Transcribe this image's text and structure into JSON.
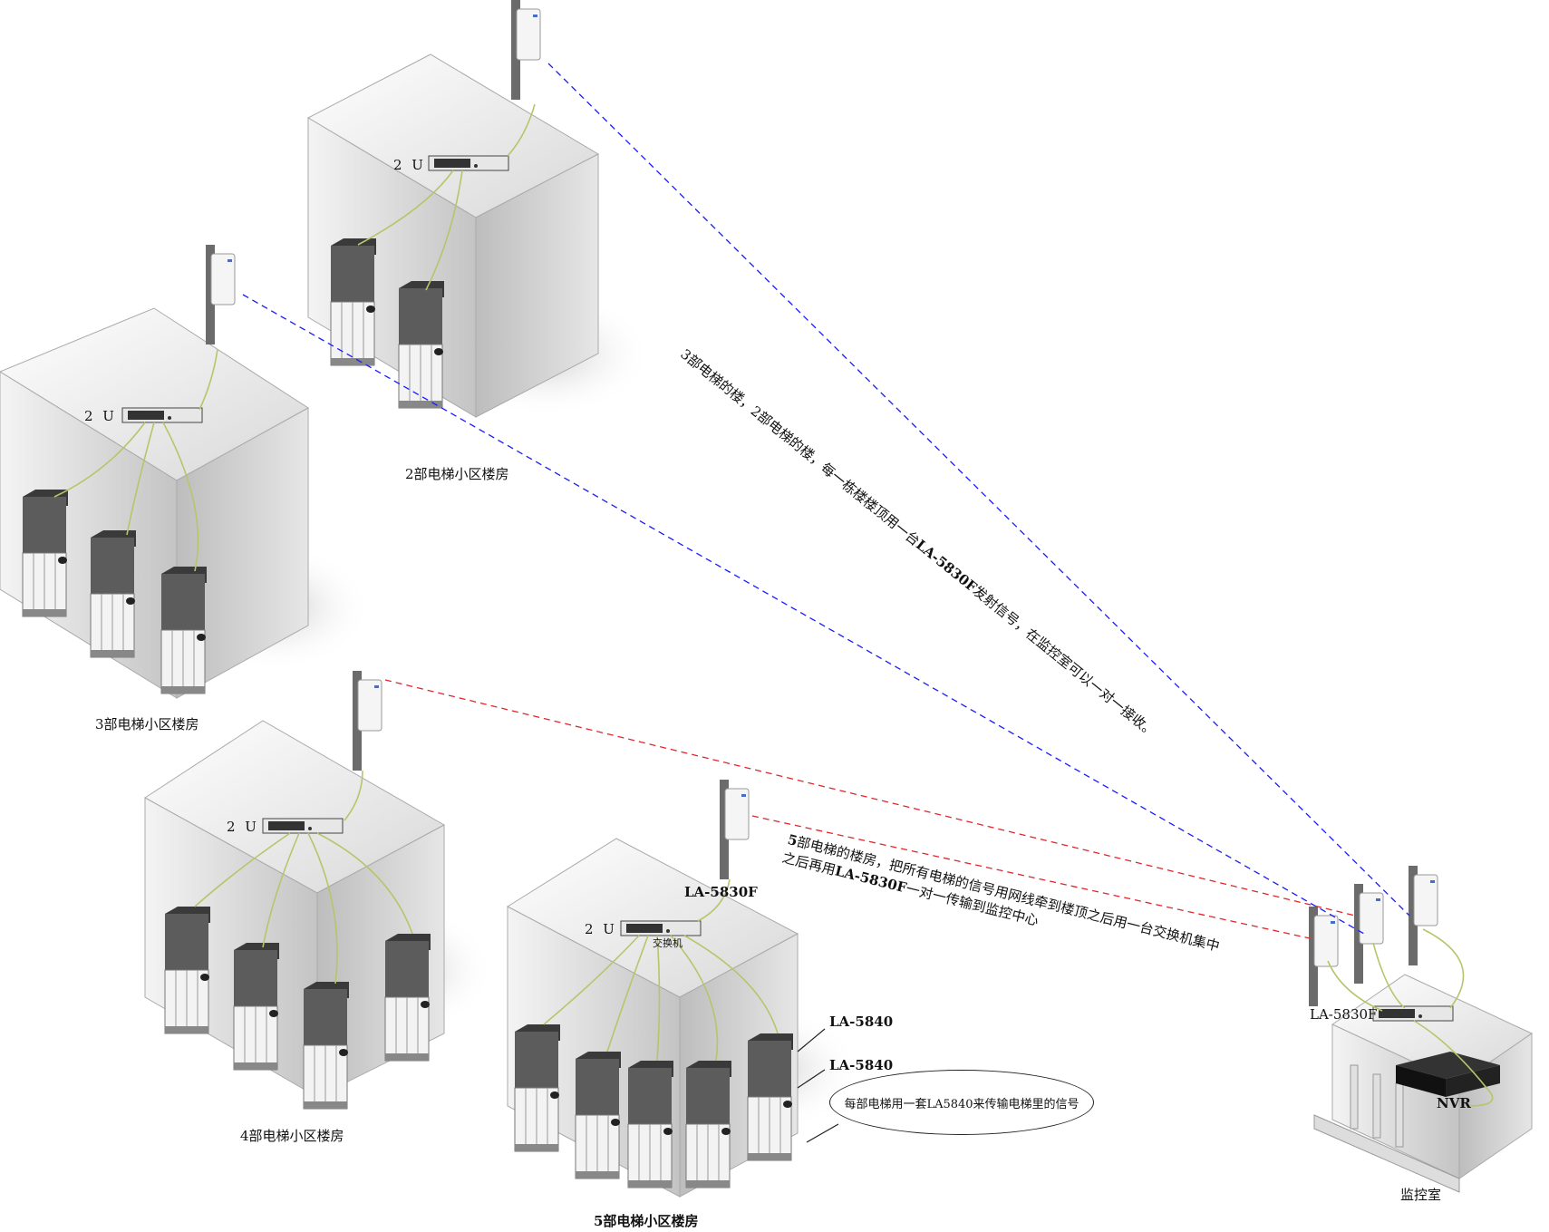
{
  "buildings": [
    {
      "id": "b2",
      "unit": "2 U",
      "label": "2部电梯小区楼房"
    },
    {
      "id": "b3",
      "unit": "2 U",
      "label": "3部电梯小区楼房"
    },
    {
      "id": "b4",
      "unit": "2 U",
      "label": "4部电梯小区楼房"
    },
    {
      "id": "b5",
      "unit": "2 U",
      "label": "5部电梯小区楼房",
      "switch_label": "交换机",
      "radio_label": "LA-5830F",
      "device_labels": [
        "LA-5840",
        "LA-5840"
      ]
    }
  ],
  "monitor_room": {
    "label": "监控室",
    "radio_label": "LA-5830F",
    "nvr_label": "NVR"
  },
  "notes": {
    "diagonal_segments": [
      {
        "text": "3部电梯的楼，2部电梯的楼，每一栋楼楼顶用一台",
        "bold": false
      },
      {
        "text": "LA-5830F",
        "bold": true
      },
      {
        "text": "发射信号，在监控室可以一对一接收。",
        "bold": false
      }
    ],
    "five_line1_segments": [
      {
        "text": "5",
        "bold": true
      },
      {
        "text": "部电梯的楼房，把所有电梯的信号用网线牵到楼顶之后用一台交换机集中",
        "bold": false
      }
    ],
    "five_line2_segments": [
      {
        "text": "之后再用",
        "bold": false
      },
      {
        "text": "LA-5830F",
        "bold": true
      },
      {
        "text": "一对一传输到监控中心",
        "bold": false
      }
    ],
    "bubble": "每部电梯用一套LA5840来传输电梯里的信号"
  },
  "colors": {
    "link_blue": "#1a1aff",
    "link_red": "#e0262c",
    "cable": "#b7c56a",
    "wall": "#cfcfcf",
    "roof": "#e9e9e9"
  }
}
